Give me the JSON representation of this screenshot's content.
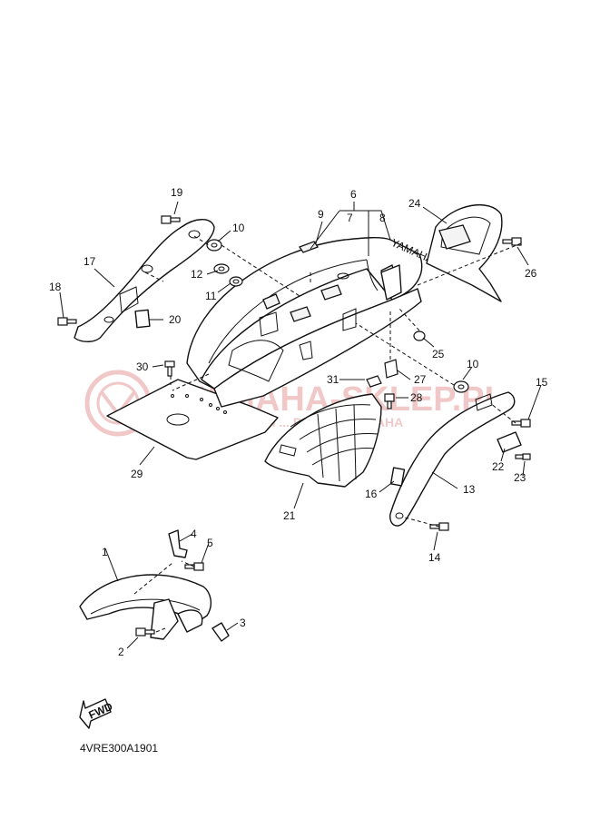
{
  "diagram_code": "4VRE300A1901",
  "fwd_label": "FWD",
  "fender_brand": "YAMAHA",
  "watermark": {
    "line1": "YAMAHA-SKLEP.PL",
    "line2": "WOJCIECH ... DEALER YAMAHA",
    "color": "#e8a0a0"
  },
  "callouts": [
    "1",
    "2",
    "3",
    "4",
    "5",
    "6",
    "7",
    "8",
    "9",
    "10",
    "10",
    "11",
    "12",
    "13",
    "14",
    "15",
    "16",
    "17",
    "18",
    "19",
    "20",
    "21",
    "22",
    "23",
    "24",
    "25",
    "26",
    "27",
    "28",
    "29",
    "30",
    "31"
  ]
}
